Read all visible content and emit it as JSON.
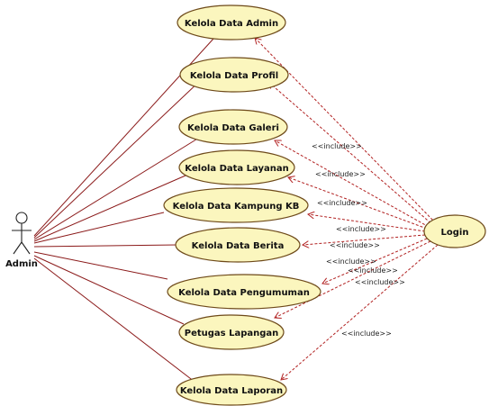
{
  "actor": {
    "name": "Admin"
  },
  "use_cases": [
    {
      "id": "uc-admin",
      "label": "Kelola Data Admin"
    },
    {
      "id": "uc-profil",
      "label": "Kelola Data Profil"
    },
    {
      "id": "uc-galeri",
      "label": "Kelola Data Galeri"
    },
    {
      "id": "uc-layanan",
      "label": "Kelola Data Layanan"
    },
    {
      "id": "uc-kampung",
      "label": "Kelola Data Kampung KB"
    },
    {
      "id": "uc-berita",
      "label": "Kelola Data Berita"
    },
    {
      "id": "uc-pengumuman",
      "label": "Kelola Data Pengumuman"
    },
    {
      "id": "uc-petugas",
      "label": "Petugas Lapangan"
    },
    {
      "id": "uc-laporan",
      "label": "Kelola Data Laporan"
    }
  ],
  "login": {
    "label": "Login"
  },
  "include_labels": [
    "<<include>>",
    "<<include>>",
    "<<include>>",
    "<<include>>",
    "<<include>>",
    "<<include>>",
    "<<include>>",
    "<<include>>",
    "<<include>>"
  ],
  "colors": {
    "use_case_fill": "#fbf6be",
    "use_case_stroke": "#6e4a1a",
    "association_line": "#8b1a1a",
    "include_line": "#b22222"
  }
}
